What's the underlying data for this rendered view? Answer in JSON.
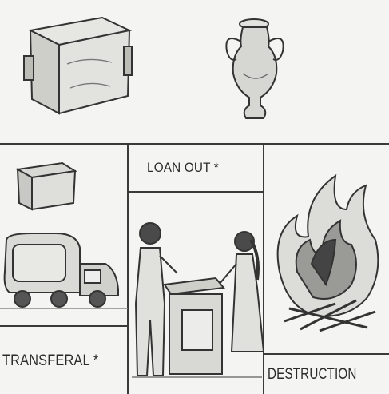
{
  "panels": {
    "loan": {
      "label": "LOAN OUT *"
    },
    "transfer": {
      "label": "TRANSFERAL *"
    },
    "destruction": {
      "label": "DESTRUCTION"
    }
  }
}
